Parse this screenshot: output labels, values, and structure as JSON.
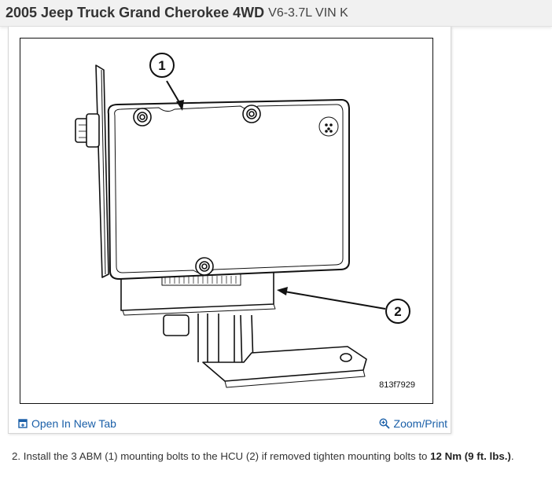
{
  "header": {
    "title": "2005 Jeep Truck Grand Cherokee 4WD",
    "subtitle": "V6-3.7L VIN K"
  },
  "figure": {
    "callout_1": "1",
    "callout_2": "2",
    "figure_code": "813f7929",
    "open_tab_label": "Open In New Tab",
    "zoom_label": "Zoom/Print",
    "open_tab_icon": "open-in-new-tab-icon",
    "zoom_icon": "magnifier-plus-icon"
  },
  "instruction": {
    "text_before": "2. Install the 3 ABM (1) mounting bolts to the HCU (2) if removed tighten mounting bolts to ",
    "torque": "12 Nm (9 ft. lbs.)",
    "text_after": "."
  },
  "colors": {
    "link": "#1a5fa8",
    "header_bg": "#f1f1f1"
  }
}
